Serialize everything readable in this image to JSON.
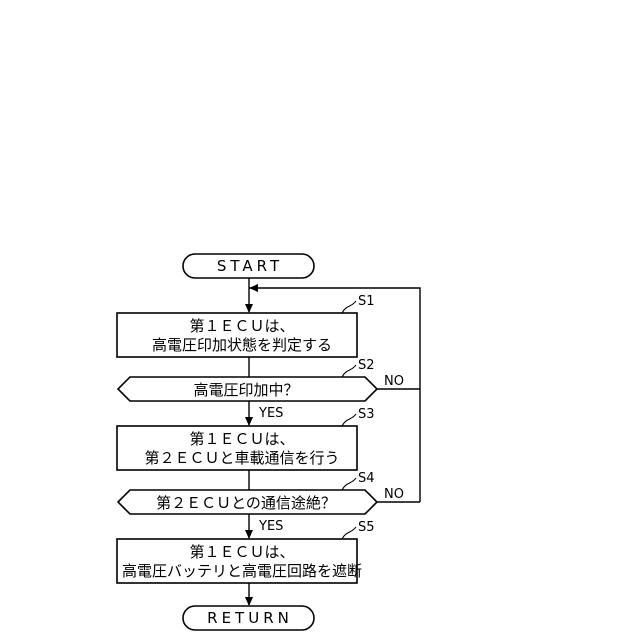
{
  "flowchart": {
    "start": "START",
    "end": "RETURN",
    "steps": [
      {
        "id": "S1",
        "type": "process",
        "lines": [
          "第１ＥＣＵは、",
          "高電圧印加状態を判定する"
        ]
      },
      {
        "id": "S2",
        "type": "decision",
        "text": "高電圧印加中？",
        "yes": "YES",
        "no": "NO"
      },
      {
        "id": "S3",
        "type": "process",
        "lines": [
          "第１ＥＣＵは、",
          "第２ＥＣＵと車載通信を行う"
        ]
      },
      {
        "id": "S4",
        "type": "decision",
        "text": "第２ＥＣＵとの通信途絶？",
        "yes": "YES",
        "no": "NO"
      },
      {
        "id": "S5",
        "type": "process",
        "lines": [
          "第１ＥＣＵは、",
          "高電圧バッテリと高電圧回路を遮断"
        ]
      }
    ]
  }
}
